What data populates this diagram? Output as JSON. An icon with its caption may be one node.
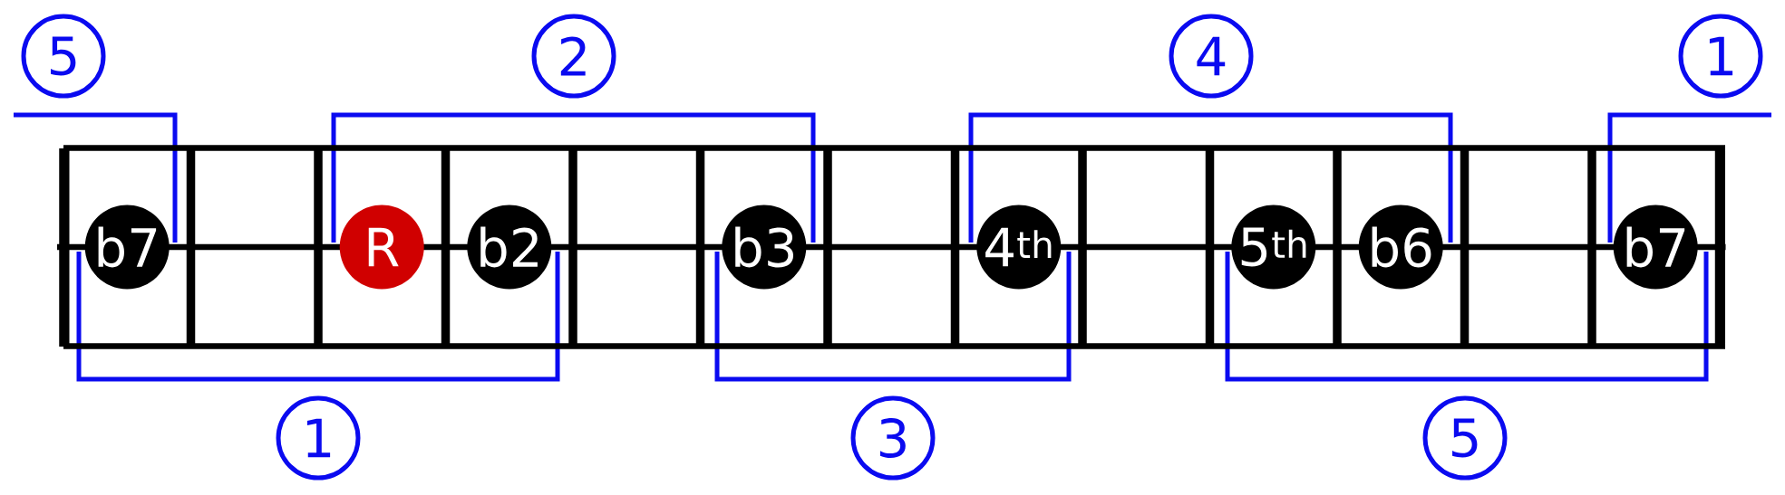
{
  "diagram": {
    "nodes": [
      {
        "text": [
          "5"
        ]
      },
      {
        "text": [
          "2"
        ]
      },
      {
        "text": [
          "4"
        ]
      },
      {
        "text": [
          "1"
        ]
      },
      {
        "text": [],
        "shape": "box"
      },
      {
        "text": [
          "b7"
        ],
        "in": 4
      },
      {
        "text": [
          "R"
        ],
        "in": 4
      },
      {
        "text": [
          "b2"
        ],
        "in": 4
      },
      {
        "text": [
          "b3"
        ],
        "in": 4
      },
      {
        "text": [
          "4$^{th}$"
        ],
        "in": 4
      },
      {
        "text": [
          "5$^{th}$"
        ],
        "in": 4
      },
      {
        "text": [
          "b6"
        ],
        "in": 4
      },
      {
        "text": [
          "b7"
        ],
        "in": 4
      },
      {
        "text": [
          "1"
        ]
      },
      {
        "text": [
          "3"
        ]
      },
      {
        "text": [
          "5"
        ]
      }
    ]
  }
}
